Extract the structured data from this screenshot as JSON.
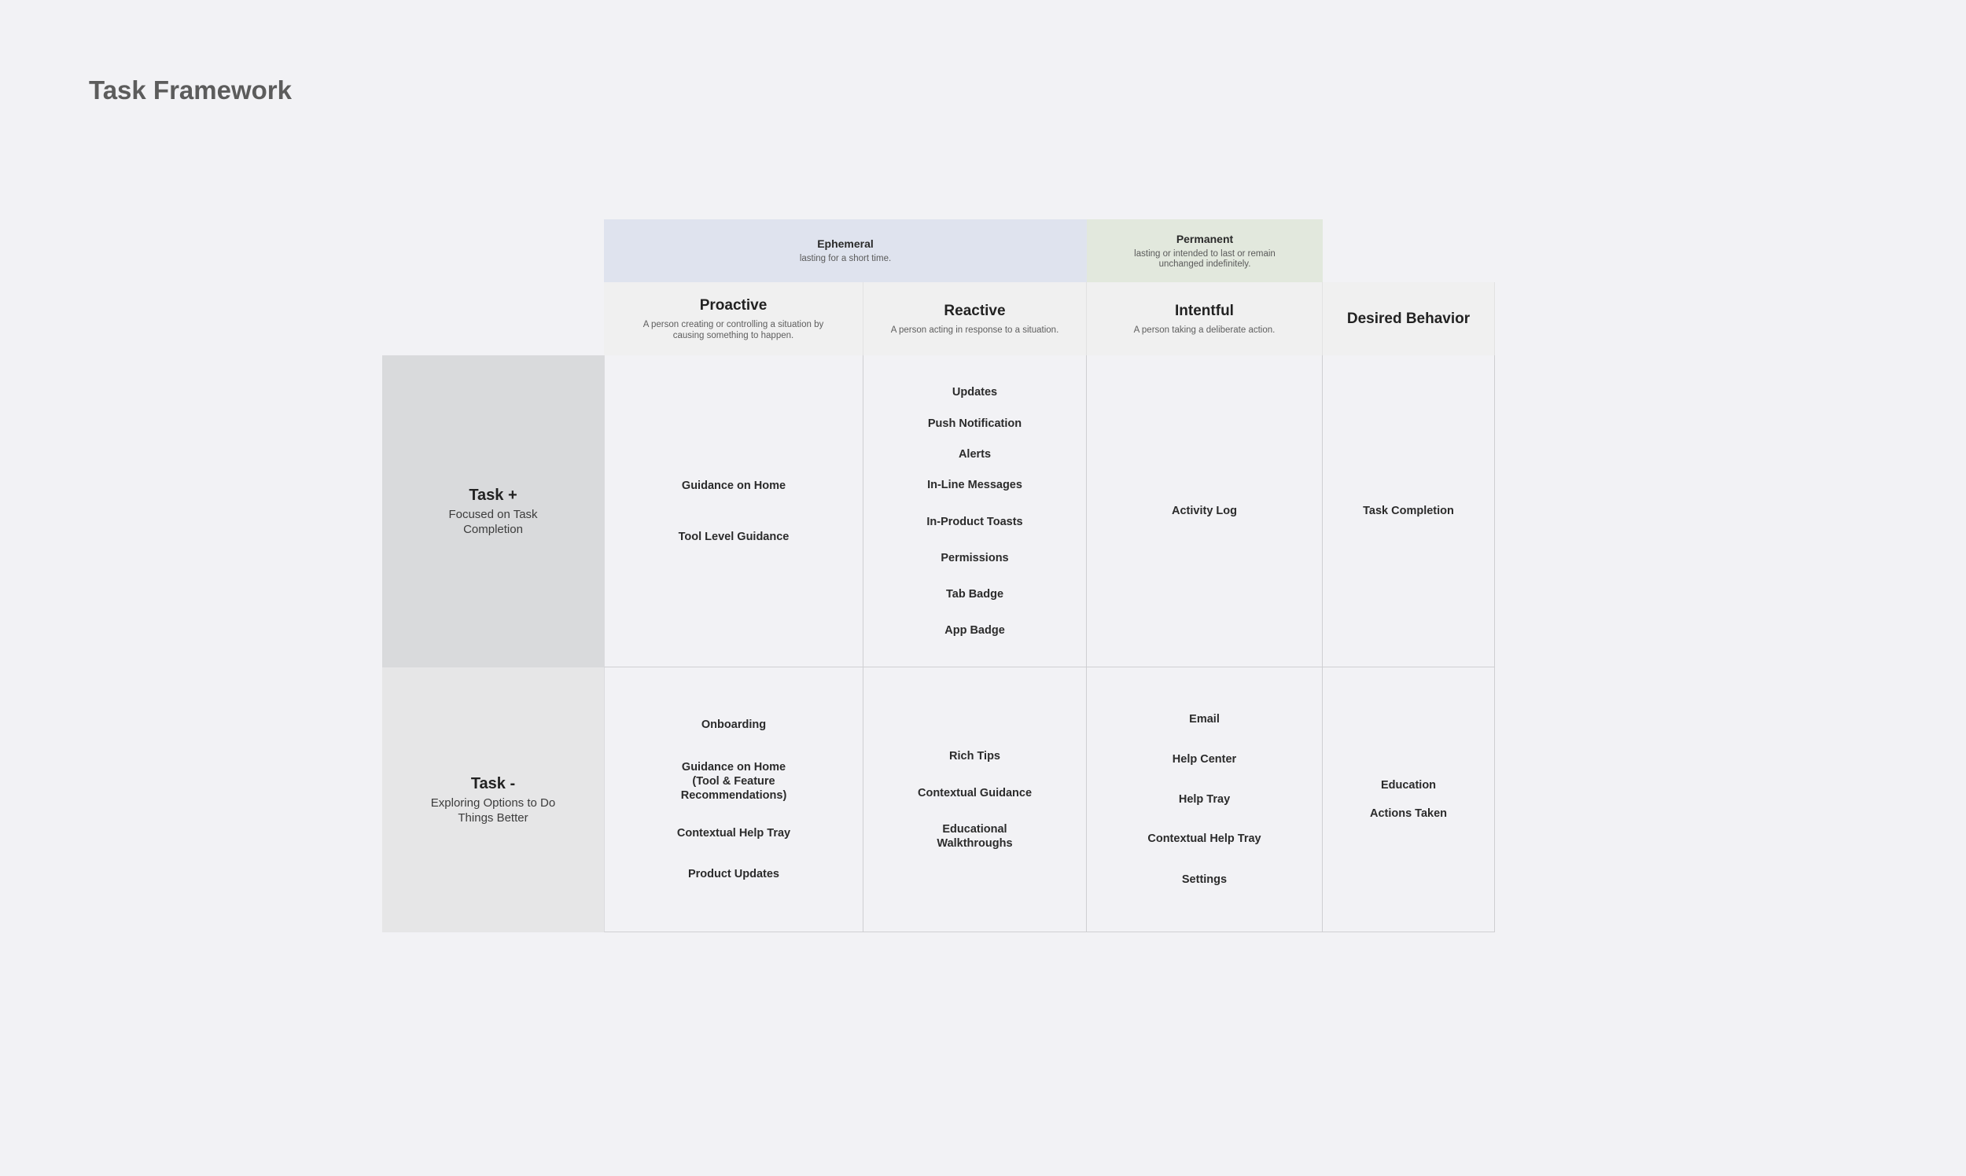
{
  "title": "Task Framework",
  "bands": {
    "ephemeral": {
      "title": "Ephemeral",
      "desc": "lasting for a short time."
    },
    "permanent": {
      "title": "Permanent",
      "desc": "lasting or intended to last or remain unchanged indefinitely."
    }
  },
  "columns": {
    "proactive": {
      "title": "Proactive",
      "desc": "A person creating or controlling a situation by causing something to happen."
    },
    "reactive": {
      "title": "Reactive",
      "desc": "A person acting in response to a situation."
    },
    "intentful": {
      "title": "Intentful",
      "desc": "A person taking a deliberate action."
    },
    "desired": {
      "title": "Desired Behavior"
    }
  },
  "rows": {
    "task_plus": {
      "title": "Task +",
      "desc": "Focused on Task Completion",
      "proactive": [
        "Guidance on Home",
        "Tool Level Guidance"
      ],
      "reactive": [
        "Updates",
        "Push Notification",
        "Alerts",
        "In-Line Messages",
        "In-Product Toasts",
        "Permissions",
        "Tab Badge",
        "App Badge"
      ],
      "intentful": [
        "Activity Log"
      ],
      "desired": [
        "Task Completion"
      ]
    },
    "task_minus": {
      "title": "Task -",
      "desc": "Exploring Options to Do Things Better",
      "proactive": [
        "Onboarding",
        "Guidance on Home\n(Tool & Feature\nRecommendations)",
        "Contextual Help Tray",
        "Product Updates"
      ],
      "reactive": [
        "Rich Tips",
        "Contextual Guidance",
        "Educational\nWalkthroughs"
      ],
      "intentful": [
        "Email",
        "Help Center",
        "Help Tray",
        "Contextual Help Tray",
        "Settings"
      ],
      "desired": [
        "Education",
        "Actions Taken"
      ]
    }
  }
}
